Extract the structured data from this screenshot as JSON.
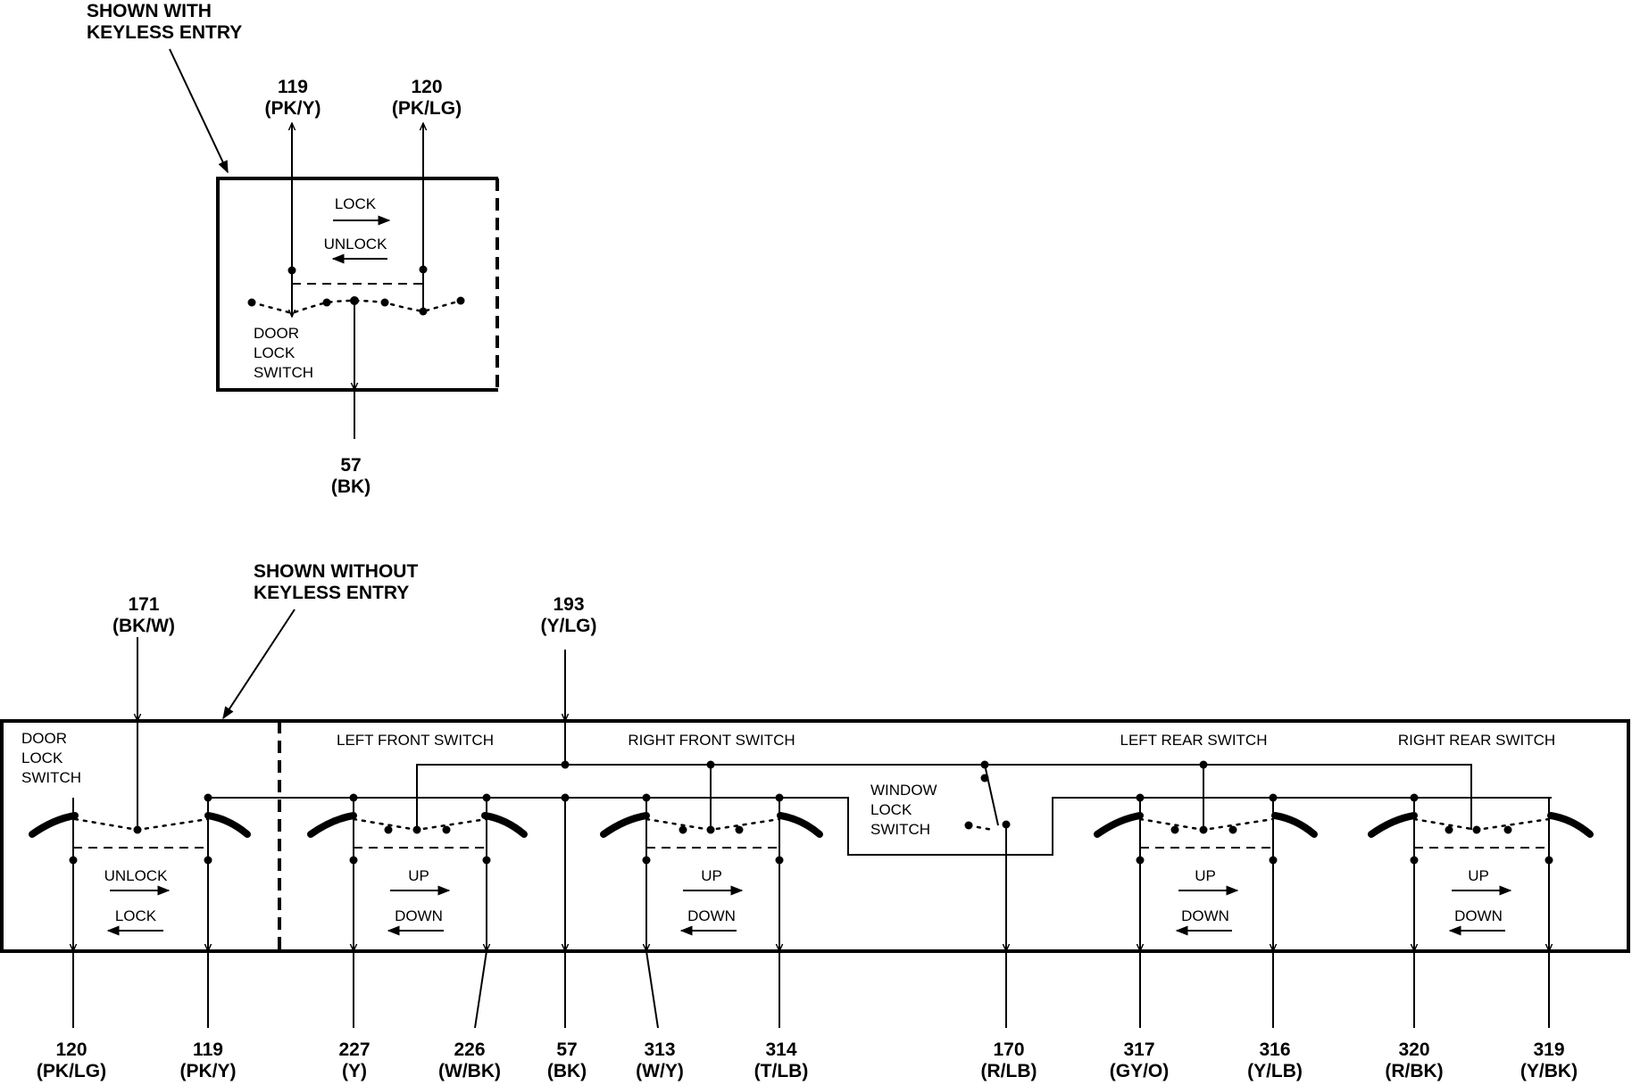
{
  "callouts": {
    "with_keyless": [
      "SHOWN WITH",
      "KEYLESS ENTRY"
    ],
    "without_keyless": [
      "SHOWN WITHOUT",
      "KEYLESS ENTRY"
    ]
  },
  "top_module": {
    "circuits_top": [
      {
        "num": "119",
        "color": "(PK/Y)"
      },
      {
        "num": "120",
        "color": "(PK/LG)"
      }
    ],
    "circuit_bottom": {
      "num": "57",
      "color": "(BK)"
    },
    "lock_label": "LOCK",
    "unlock_label": "UNLOCK",
    "switch_label": [
      "DOOR",
      "LOCK",
      "SWITCH"
    ]
  },
  "bottom_module": {
    "circuits_top": [
      {
        "num": "171",
        "color": "(BK/W)"
      },
      {
        "num": "193",
        "color": "(Y/LG)"
      }
    ],
    "sections": {
      "door_lock": [
        "DOOR",
        "LOCK",
        "SWITCH"
      ],
      "left_front": "LEFT FRONT SWITCH",
      "right_front": "RIGHT FRONT SWITCH",
      "left_rear": "LEFT  REAR SWITCH",
      "right_rear": "RIGHT REAR SWITCH",
      "window_lock": [
        "WINDOW",
        "LOCK",
        "SWITCH"
      ]
    },
    "door_arrows": [
      "UNLOCK",
      "LOCK"
    ],
    "window_arrows": [
      "UP",
      "DOWN"
    ],
    "circuits_bottom": [
      {
        "num": "120",
        "color": "(PK/LG)"
      },
      {
        "num": "119",
        "color": "(PK/Y)"
      },
      {
        "num": "227",
        "color": "(Y)"
      },
      {
        "num": "226",
        "color": "(W/BK)"
      },
      {
        "num": "57",
        "color": "(BK)"
      },
      {
        "num": "313",
        "color": "(W/Y)"
      },
      {
        "num": "314",
        "color": "(T/LB)"
      },
      {
        "num": "170",
        "color": "(R/LB)"
      },
      {
        "num": "317",
        "color": "(GY/O)"
      },
      {
        "num": "316",
        "color": "(Y/LB)"
      },
      {
        "num": "320",
        "color": "(R/BK)"
      },
      {
        "num": "319",
        "color": "(Y/BK)"
      }
    ]
  }
}
